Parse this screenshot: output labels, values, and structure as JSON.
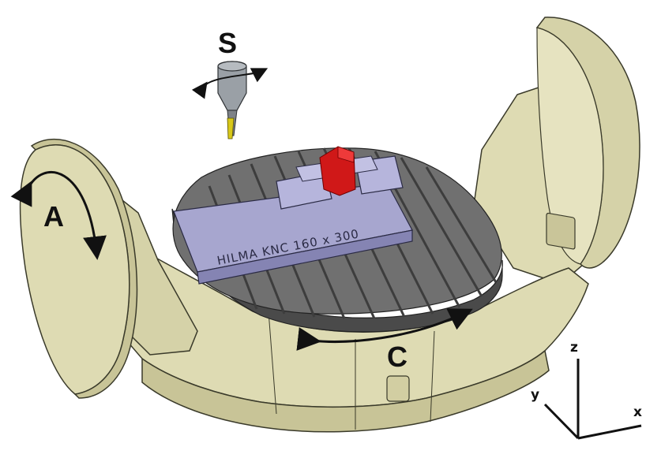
{
  "labels": {
    "spindle": "S",
    "tilt_axis": "A",
    "rotary_axis": "C"
  },
  "vise_marking": "HILMA  KNC  160  x  300",
  "coordinate_axes": {
    "z": "z",
    "y": "y",
    "x": "x"
  },
  "colors": {
    "cradle": "#dedbb3",
    "cradle_shadow": "#c8c497",
    "outline": "#3a3a2a",
    "table_top": "#707070",
    "table_dark": "#4a4a4a",
    "vise": "#a7a6cf",
    "vise_dark": "#8584b3",
    "workpiece": "#d01818",
    "spindle": "#9aa0a6",
    "tool_tip": "#d8c81a",
    "arrow": "#111111"
  }
}
